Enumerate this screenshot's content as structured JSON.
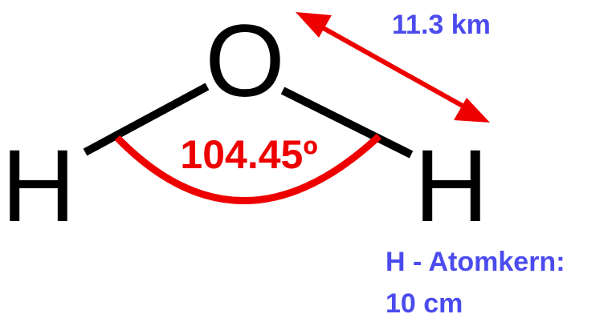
{
  "atoms": {
    "oxygen": "O",
    "hydrogen_left": "H",
    "hydrogen_right": "H"
  },
  "angle": {
    "label": "104.45º"
  },
  "distance": {
    "label": "11.3 km"
  },
  "nucleus": {
    "line1": "H - Atomkern:",
    "line2": "10 cm"
  },
  "colors": {
    "bond": "#000000",
    "angle": "#ee0000",
    "arrow": "#ee0000",
    "annotation": "#4b4bee"
  }
}
